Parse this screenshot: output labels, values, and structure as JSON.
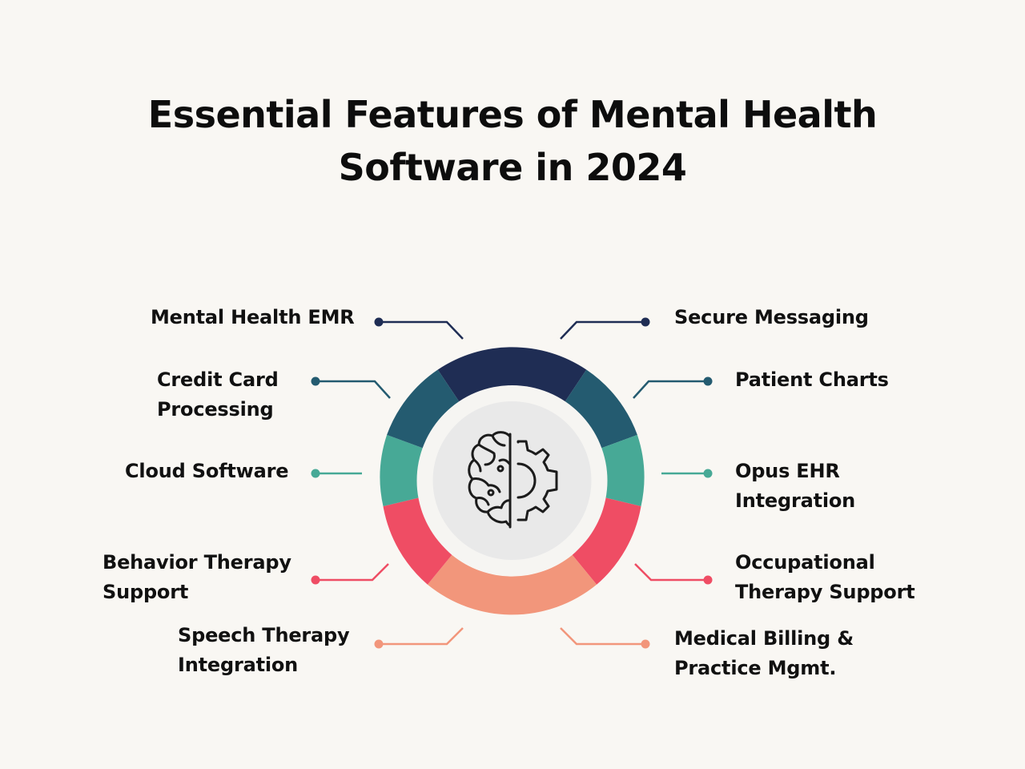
{
  "title": {
    "line1": "Essential Features of Mental Health",
    "line2": "Software in 2024"
  },
  "center_icon": "brain-gear-icon",
  "colors": {
    "background": "#f9f7f3",
    "navy": "#1f2d54",
    "dark_teal": "#245b70",
    "teal": "#47a996",
    "red": "#ef4d64",
    "salmon": "#f2967b",
    "inner_ring": "#f6f5f2",
    "inner_disc": "#e9e9e9",
    "icon": "#1c1c1c"
  },
  "features": {
    "mental_health_emr": [
      "Mental Health EMR"
    ],
    "credit_card": [
      "Credit Card",
      "Processing"
    ],
    "cloud_software": [
      "Cloud Software"
    ],
    "behavior_therapy": [
      "Behavior Therapy",
      "Support"
    ],
    "speech_therapy": [
      "Speech Therapy",
      "Integration"
    ],
    "secure_messaging": [
      "Secure Messaging"
    ],
    "patient_charts": [
      "Patient Charts"
    ],
    "opus_ehr": [
      "Opus EHR",
      "Integration"
    ],
    "occupational_therapy": [
      "Occupational",
      "Therapy Support"
    ],
    "medical_billing": [
      "Medical Billing &",
      "Practice Mgmt."
    ]
  }
}
